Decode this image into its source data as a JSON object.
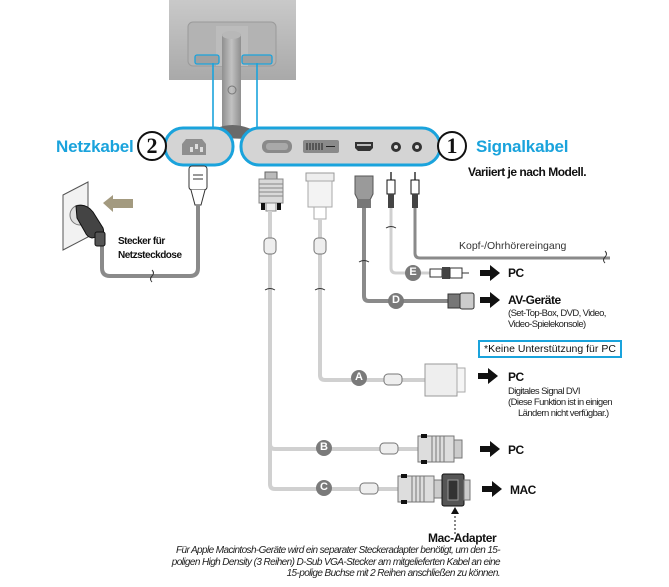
{
  "power_section": {
    "number": "2",
    "title": "Netzkabel",
    "plug_label_line1": "Stecker für",
    "plug_label_line2": "Netzsteckdose"
  },
  "signal_section": {
    "number": "1",
    "title": "Signalkabel",
    "subtitle": "Variiert je nach Modell.",
    "ports": [
      "vga-port",
      "dvi-port",
      "hdmi-port",
      "audio-jack",
      "audio-jack"
    ]
  },
  "headphone": {
    "label": "Kopf-/Ohrhörereingang"
  },
  "cables": [
    {
      "letter": "E",
      "destination": "PC",
      "description": []
    },
    {
      "letter": "D",
      "destination": "AV-Geräte",
      "description": [
        "(Set-Top-Box, DVD, Video,",
        "Video-Spielekonsole)"
      ]
    },
    {
      "letter": "A",
      "destination": "PC",
      "description": [
        "Digitales Signal DVI",
        "(Diese Funktion ist in einigen",
        "Ländern nicht verfügbar.)"
      ]
    },
    {
      "letter": "B",
      "destination": "PC",
      "description": []
    },
    {
      "letter": "C",
      "destination": "MAC",
      "description": []
    }
  ],
  "hdmi_note": "*Keine Unterstützung für PC",
  "mac_adapter": {
    "title": "Mac-Adapter",
    "note_line1": "Für Apple Macintosh-Geräte wird ein separater Steckeradapter benötigt, um den 15-",
    "note_line2": "poligen High Density (3 Reihen) D-Sub VGA-Stecker am mitgelieferten Kabel an eine",
    "note_line3": "15-polige Buchse mit 2 Reihen anschließen zu können."
  },
  "colors": {
    "accent_blue": "#1aa3dc",
    "panel_gray": "#d4d4d4",
    "cable_light": "#d8d8d8",
    "cable_dark": "#8a8a8a",
    "badge_gray": "#7a7a7a"
  }
}
